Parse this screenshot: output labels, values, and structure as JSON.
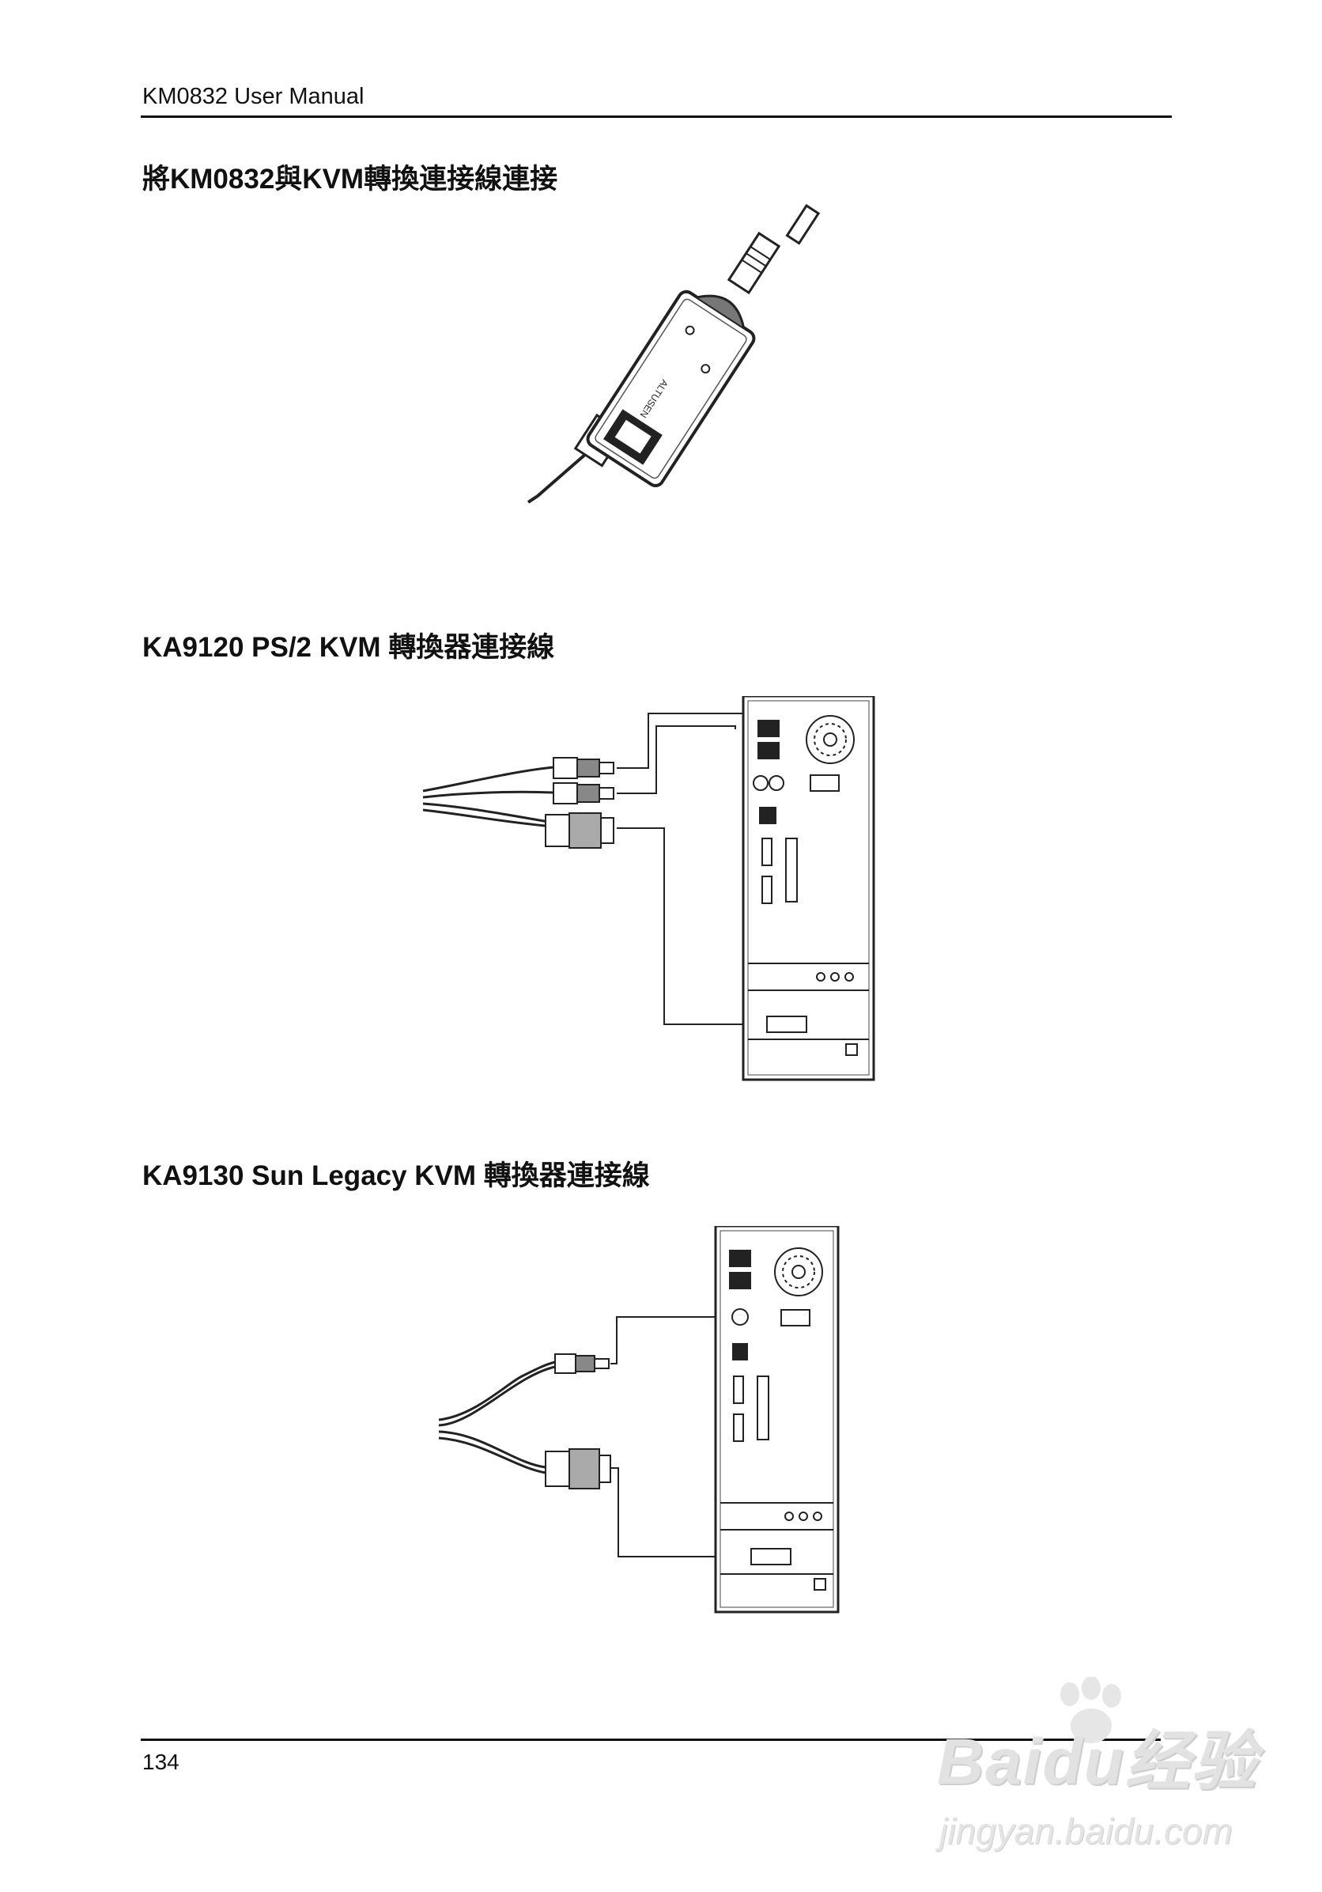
{
  "header": {
    "title": "KM0832 User Manual"
  },
  "sections": [
    {
      "heading": "將KM0832與KVM轉換連接線連接"
    },
    {
      "heading": "KA9120 PS/2 KVM  轉換器連接線"
    },
    {
      "heading": "KA9130 Sun Legacy KVM  轉換器連接線"
    }
  ],
  "figure1": {
    "device_label": "ALTUSEN"
  },
  "footer": {
    "page_number": "134"
  },
  "watermark": {
    "logo": "Baidu经验",
    "url": "jingyan.baidu.com"
  }
}
